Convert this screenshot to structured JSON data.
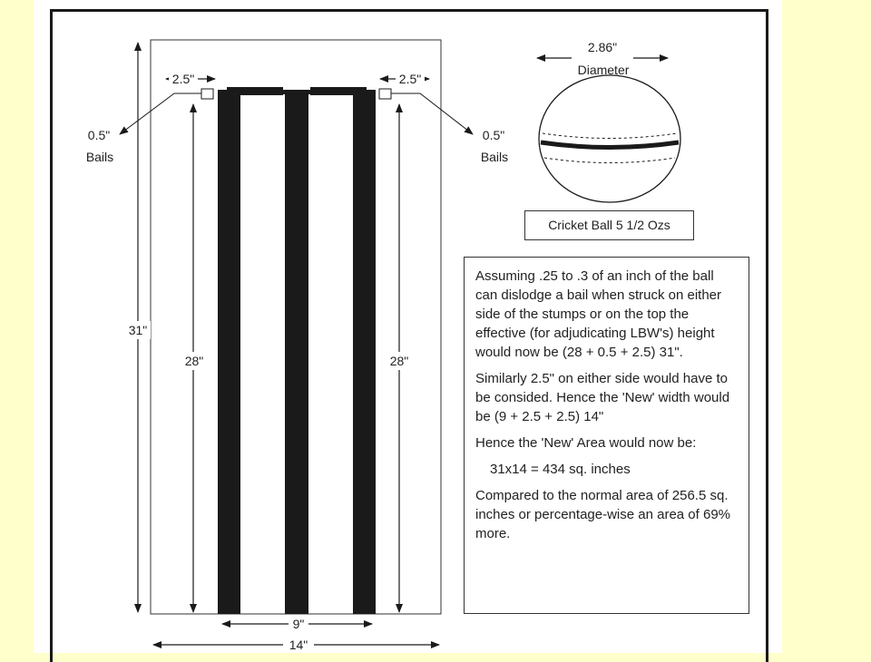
{
  "labels": {
    "bail_width_left": "2.5\"",
    "bail_width_right": "2.5\"",
    "bail_height_left": "0.5\"",
    "bail_height_right": "0.5\"",
    "bails_left": "Bails",
    "bails_right": "Bails",
    "total_height": "31\"",
    "stump_height_left": "28\"",
    "stump_height_right": "28\"",
    "stump_width": "9\"",
    "total_width": "14\""
  },
  "ball": {
    "diameter_value": "2.86\"",
    "diameter_label": "Diameter",
    "caption": "Cricket Ball 5 1/2 Ozs"
  },
  "note": {
    "p1": "Assuming .25 to .3 of an inch of the ball can dislodge a bail when struck on either side of the stumps or on the top the effective (for adjudicating LBW's) height would now be (28 + 0.5 + 2.5) 31\".",
    "p2": "Similarly 2.5\" on either side would have to be consided. Hence the 'New' width would be (9 + 2.5 + 2.5) 14\"",
    "p3": "Hence the 'New' Area would now be:",
    "p4": "31x14 = 434 sq. inches",
    "p5": "Compared to the normal area of 256.5 sq. inches or percentage-wise an area of 69% more."
  },
  "colors": {
    "background": "#ffffcc",
    "ink": "#1a1a1a"
  }
}
